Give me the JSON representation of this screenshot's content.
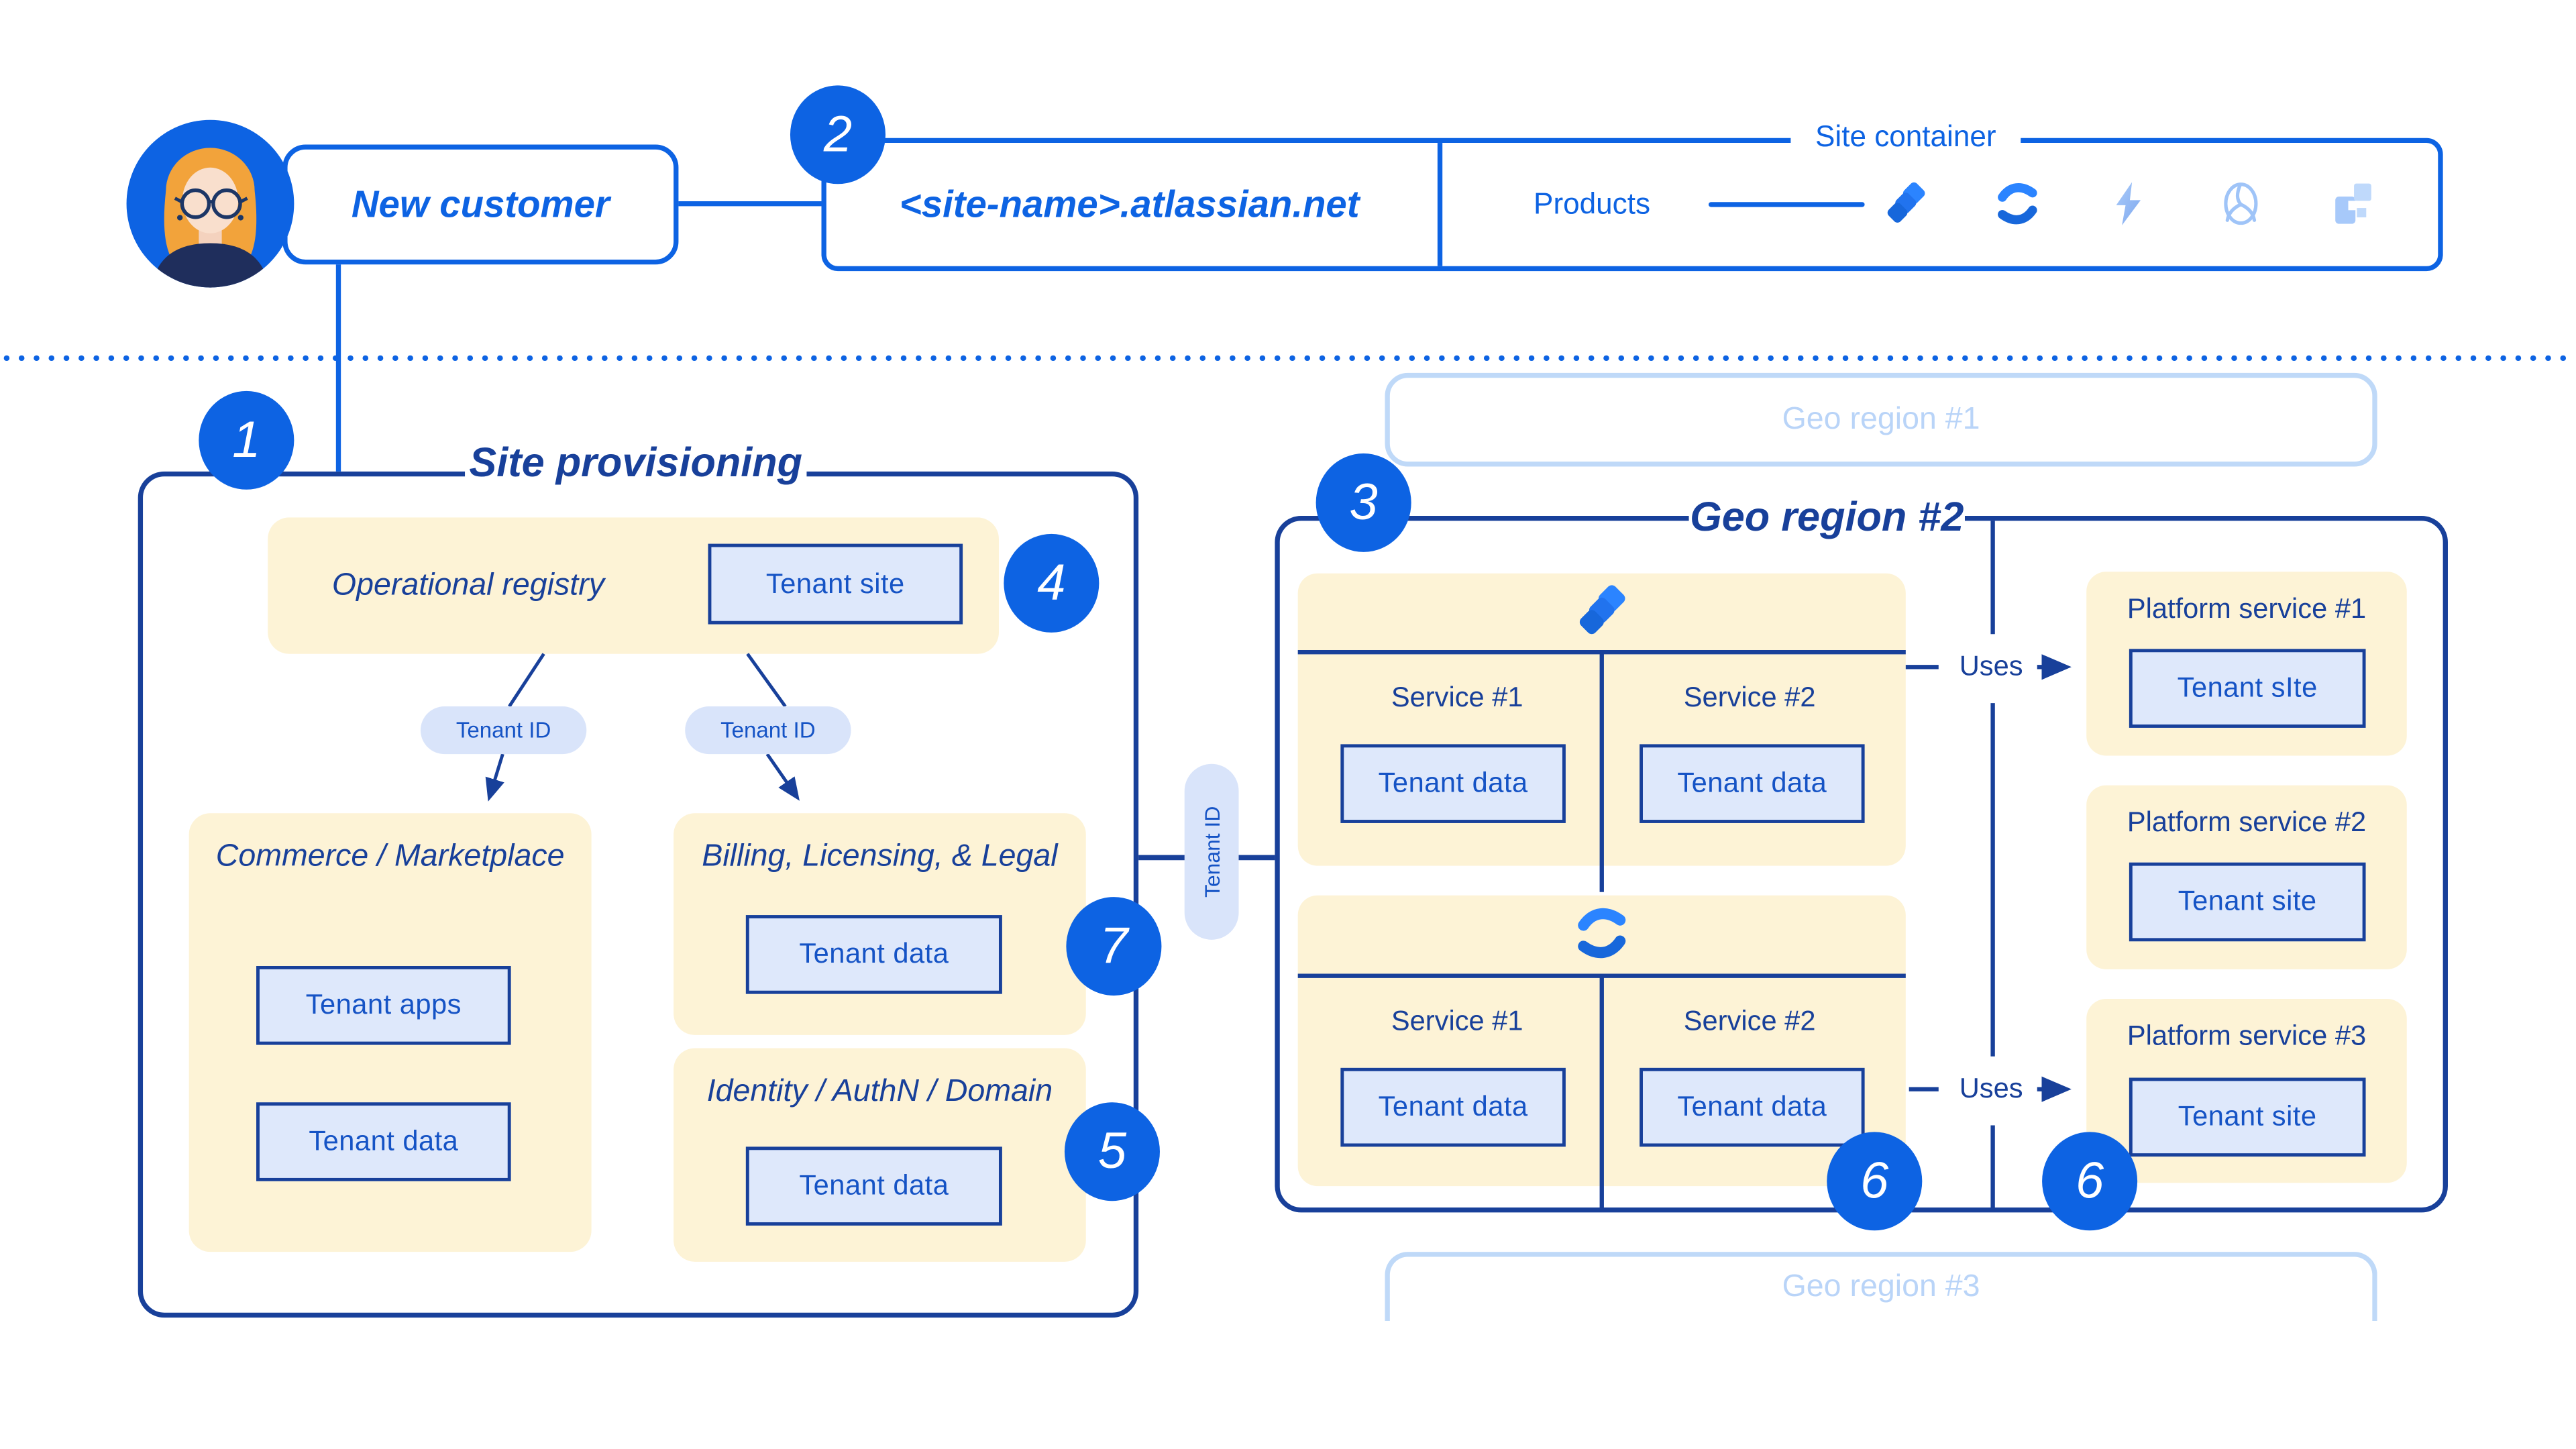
{
  "palette": {
    "bright_blue": "#0D63E3",
    "navy": "#18409A",
    "label_blue": "#1553C5",
    "cream": "#FDF3D6",
    "light_fill": "#DEE8FB",
    "pill_fill": "#D9E4FA",
    "pale_blue": "#BFD9F8",
    "pale_text": "#B9D4F8"
  },
  "badges": {
    "b1": "1",
    "b2": "2",
    "b3": "3",
    "b4": "4",
    "b5": "5",
    "b6a": "6",
    "b6b": "6",
    "b7": "7"
  },
  "top": {
    "new_customer": "New customer",
    "site_name": "<site-name>.atlassian.net",
    "site_container": "Site container",
    "products": "Products"
  },
  "site_provisioning": {
    "title": "Site provisioning",
    "operational_registry": {
      "title": "Operational registry",
      "tenant_site": "Tenant site"
    },
    "tenant_id_left": "Tenant ID",
    "tenant_id_right": "Tenant ID",
    "commerce": {
      "title": "Commerce / Marketplace",
      "tenant_apps": "Tenant apps",
      "tenant_data": "Tenant data"
    },
    "billing": {
      "title": "Billing, Licensing, & Legal",
      "tenant_data": "Tenant data"
    },
    "identity": {
      "title": "Identity / AuthN / Domain",
      "tenant_data": "Tenant data"
    }
  },
  "connector": {
    "tenant_id": "Tenant ID"
  },
  "geo1": {
    "title": "Geo region #1"
  },
  "geo2": {
    "title": "Geo region #2",
    "uses1": "Uses",
    "uses2": "Uses",
    "jira_block": {
      "service1": "Service #1",
      "service2": "Service #2",
      "tenant_data1": "Tenant data",
      "tenant_data2": "Tenant data"
    },
    "confluence_block": {
      "service1": "Service #1",
      "service2": "Service #2",
      "tenant_data1": "Tenant data",
      "tenant_data2": "Tenant data"
    },
    "platform1": {
      "title": "Platform service #1",
      "tenant_site": "Tenant sIte"
    },
    "platform2": {
      "title": "Platform service #2",
      "tenant_site": "Tenant site"
    },
    "platform3": {
      "title": "Platform service #3",
      "tenant_site": "Tenant site"
    }
  },
  "geo3": {
    "title": "Geo region #3"
  }
}
